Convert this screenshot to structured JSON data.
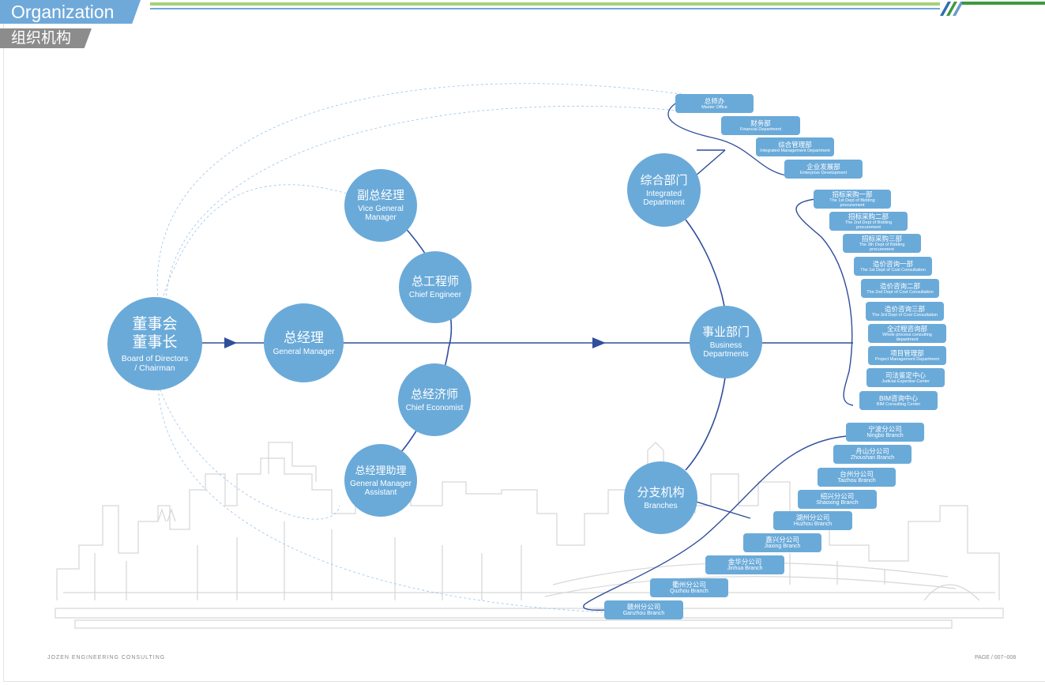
{
  "header": {
    "title_en": "Organization",
    "title_zh": "组织机构"
  },
  "colors": {
    "accent": "#6aaad9",
    "connector": "#2f4e9c",
    "header_green": "#a5d27a",
    "header_dark_green": "#3d9a3d",
    "header_grey": "#8c8c8c"
  },
  "nodes": {
    "board": {
      "zh1": "董事会",
      "zh2": "董事长",
      "en1": "Board of Directors",
      "en2": "/ Chairman"
    },
    "gm": {
      "zh": "总经理",
      "en": "General Manager"
    },
    "vgm": {
      "zh": "副总经理",
      "en1": "Vice General",
      "en2": "Manager"
    },
    "chief_engineer": {
      "zh": "总工程师",
      "en": "Chief Engineer"
    },
    "chief_economist": {
      "zh": "总经济师",
      "en": "Chief Economist"
    },
    "gma": {
      "zh": "总经理助理",
      "en1": "General Manager",
      "en2": "Assistant"
    },
    "integrated": {
      "zh": "综合部门",
      "en1": "Integrated",
      "en2": "Department"
    },
    "business": {
      "zh": "事业部门",
      "en1": "Business",
      "en2": "Departments"
    },
    "branches": {
      "zh": "分支机构",
      "en": "Branches"
    }
  },
  "integrated_units": [
    {
      "zh": "总师办",
      "en": "Master Office"
    },
    {
      "zh": "财务部",
      "en": "Financial Department"
    },
    {
      "zh": "综合管理部",
      "en": "Integrated Management Department"
    },
    {
      "zh": "企业发展部",
      "en": "Enterprise Development"
    }
  ],
  "business_units": [
    {
      "zh": "招标采购一部",
      "en": "The 1st Dept of Bidding procurement"
    },
    {
      "zh": "招标采购二部",
      "en": "The 2nd Dept of Bidding procurement"
    },
    {
      "zh": "招标采购三部",
      "en": "The 3th Dept of Bidding procurement"
    },
    {
      "zh": "造价咨询一部",
      "en": "The 1st Dept of Cost Consultation"
    },
    {
      "zh": "造价咨询二部",
      "en": "The 2nd Dept of Cost Consultation"
    },
    {
      "zh": "造价咨询三部",
      "en": "The 3rd Dept of Cost Consultation"
    },
    {
      "zh": "全过程咨询部",
      "en": "Whole process consulting department"
    },
    {
      "zh": "项目管理部",
      "en": "Project Management Department"
    },
    {
      "zh": "司法鉴定中心",
      "en": "Judicial Expertise Center"
    },
    {
      "zh": "BIM咨询中心",
      "en": "BIM Consulting Center"
    }
  ],
  "branch_units": [
    {
      "zh": "宁波分公司",
      "en": "Ningbo Branch"
    },
    {
      "zh": "舟山分公司",
      "en": "Zhoushan Branch"
    },
    {
      "zh": "台州分公司",
      "en": "Taizhou Branch"
    },
    {
      "zh": "绍兴分公司",
      "en": "Shaoxing Branch"
    },
    {
      "zh": "湖州分公司",
      "en": "Huzhou Branch"
    },
    {
      "zh": "嘉兴分公司",
      "en": "Jiaxing Branch"
    },
    {
      "zh": "金华分公司",
      "en": "Jinhua Branch"
    },
    {
      "zh": "衢州分公司",
      "en": "Quzhou Branch"
    },
    {
      "zh": "赣州分公司",
      "en": "Ganzhou Branch"
    }
  ],
  "footer": {
    "left": "JOZEN ENGINEERING CONSULTING",
    "right": "PAGE / 007~008"
  }
}
